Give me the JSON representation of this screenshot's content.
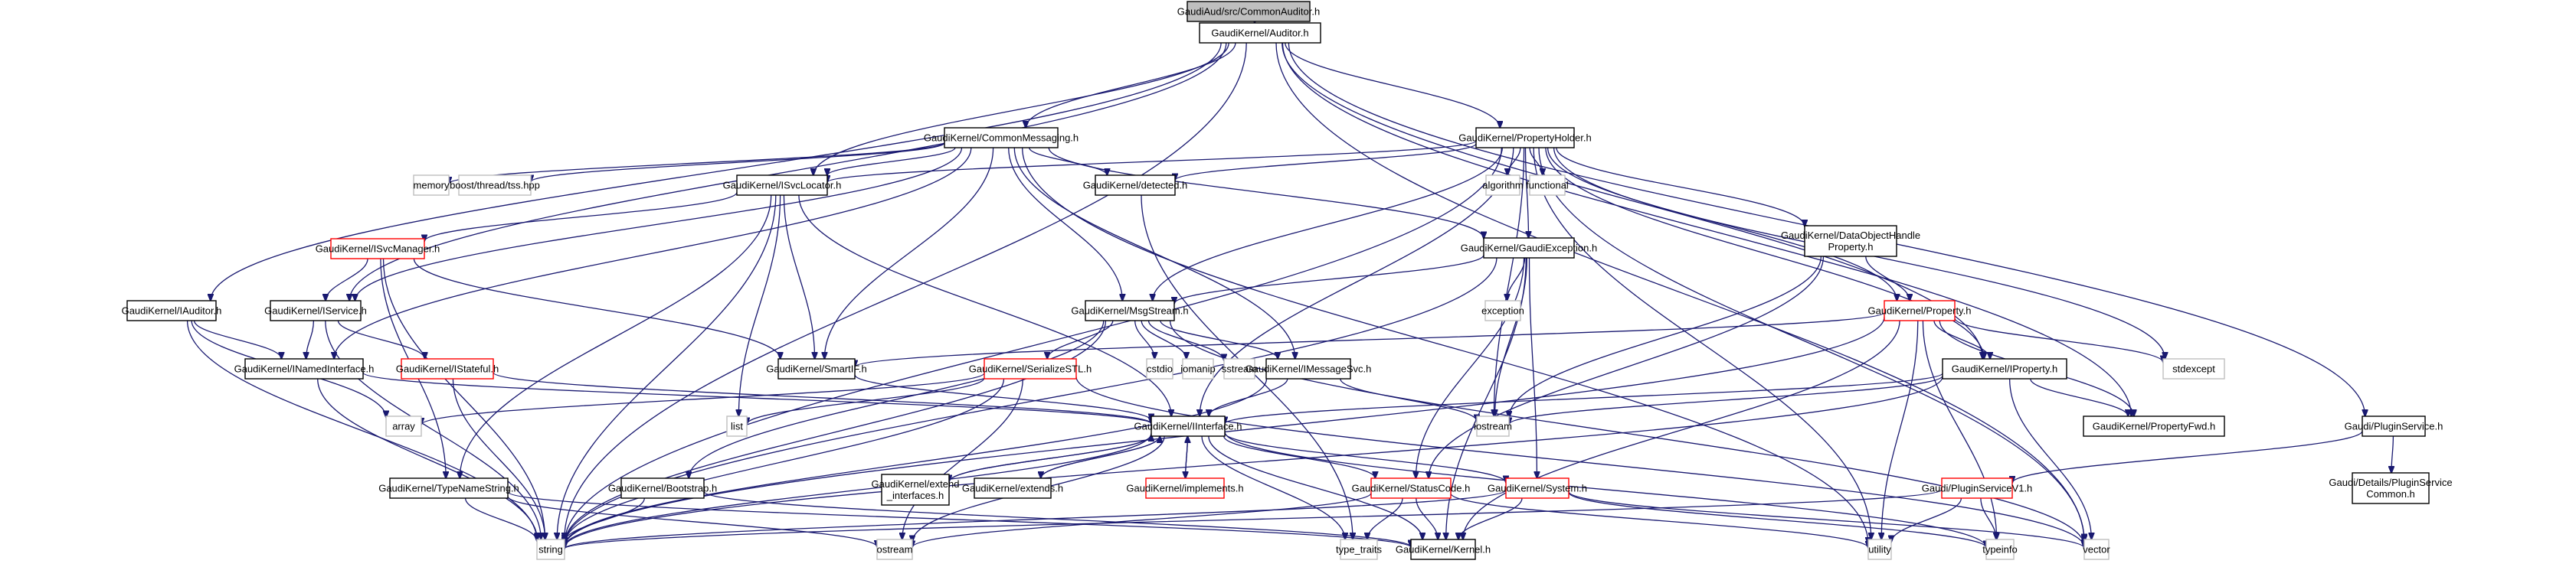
{
  "title": "GaudiAud/src/CommonAuditor.h",
  "legend_colors": {
    "edge": "#191970",
    "root_fill": "#bfbfbf",
    "documented_border": "#000000",
    "truncated_border": "#ff0000",
    "system_header_border": "#bfbfbf"
  },
  "nodes": [
    {
      "id": "root",
      "label": [
        "GaudiAud/src/CommonAuditor.h"
      ],
      "kind": "root"
    },
    {
      "id": "auditor",
      "label": [
        "GaudiKernel/Auditor.h"
      ],
      "kind": "normal"
    },
    {
      "id": "commonmsg",
      "label": [
        "GaudiKernel/CommonMessaging.h"
      ],
      "kind": "normal"
    },
    {
      "id": "propholder",
      "label": [
        "GaudiKernel/PropertyHolder.h"
      ],
      "kind": "normal"
    },
    {
      "id": "memory",
      "label": [
        "memory"
      ],
      "kind": "sys"
    },
    {
      "id": "tss",
      "label": [
        "boost/thread/tss.hpp"
      ],
      "kind": "sys"
    },
    {
      "id": "isvcloc",
      "label": [
        "GaudiKernel/ISvcLocator.h"
      ],
      "kind": "normal"
    },
    {
      "id": "detected",
      "label": [
        "GaudiKernel/detected.h"
      ],
      "kind": "normal"
    },
    {
      "id": "algorithm",
      "label": [
        "algorithm"
      ],
      "kind": "sys"
    },
    {
      "id": "functional",
      "label": [
        "functional"
      ],
      "kind": "sys"
    },
    {
      "id": "isvcmgr",
      "label": [
        "GaudiKernel/ISvcManager.h"
      ],
      "kind": "red"
    },
    {
      "id": "gaudiexc",
      "label": [
        "GaudiKernel/GaudiException.h"
      ],
      "kind": "normal"
    },
    {
      "id": "dohp",
      "label": [
        "GaudiKernel/DataObjectHandle",
        "Property.h"
      ],
      "kind": "normal"
    },
    {
      "id": "iauditor",
      "label": [
        "GaudiKernel/IAuditor.h"
      ],
      "kind": "normal"
    },
    {
      "id": "iservice",
      "label": [
        "GaudiKernel/IService.h"
      ],
      "kind": "normal"
    },
    {
      "id": "msgstream",
      "label": [
        "GaudiKernel/MsgStream.h"
      ],
      "kind": "normal"
    },
    {
      "id": "exception",
      "label": [
        "exception"
      ],
      "kind": "sys"
    },
    {
      "id": "property",
      "label": [
        "GaudiKernel/Property.h"
      ],
      "kind": "red"
    },
    {
      "id": "inamed",
      "label": [
        "GaudiKernel/INamedInterface.h"
      ],
      "kind": "normal"
    },
    {
      "id": "istateful",
      "label": [
        "GaudiKernel/IStateful.h"
      ],
      "kind": "red"
    },
    {
      "id": "smartif",
      "label": [
        "GaudiKernel/SmartIF.h"
      ],
      "kind": "normal"
    },
    {
      "id": "serialize",
      "label": [
        "GaudiKernel/SerializeSTL.h"
      ],
      "kind": "red"
    },
    {
      "id": "cstdio",
      "label": [
        "cstdio"
      ],
      "kind": "sys"
    },
    {
      "id": "iomanip",
      "label": [
        "iomanip"
      ],
      "kind": "sys"
    },
    {
      "id": "sstream",
      "label": [
        "sstream"
      ],
      "kind": "sys"
    },
    {
      "id": "imsgsvc",
      "label": [
        "GaudiKernel/IMessageSvc.h"
      ],
      "kind": "normal"
    },
    {
      "id": "iproperty",
      "label": [
        "GaudiKernel/IProperty.h"
      ],
      "kind": "normal"
    },
    {
      "id": "stdexcept",
      "label": [
        "stdexcept"
      ],
      "kind": "sys"
    },
    {
      "id": "array",
      "label": [
        "array"
      ],
      "kind": "sys"
    },
    {
      "id": "list",
      "label": [
        "list"
      ],
      "kind": "sys"
    },
    {
      "id": "iinterface",
      "label": [
        "GaudiKernel/IInterface.h"
      ],
      "kind": "normal"
    },
    {
      "id": "iostream",
      "label": [
        "iostream"
      ],
      "kind": "sys"
    },
    {
      "id": "propfwd",
      "label": [
        "GaudiKernel/PropertyFwd.h"
      ],
      "kind": "normal"
    },
    {
      "id": "pluginsvc",
      "label": [
        "Gaudi/PluginService.h"
      ],
      "kind": "normal"
    },
    {
      "id": "typenamestr",
      "label": [
        "GaudiKernel/TypeNameString.h"
      ],
      "kind": "normal"
    },
    {
      "id": "bootstrap",
      "label": [
        "GaudiKernel/Bootstrap.h"
      ],
      "kind": "normal"
    },
    {
      "id": "extendif",
      "label": [
        "GaudiKernel/extend",
        "_interfaces.h"
      ],
      "kind": "normal"
    },
    {
      "id": "extends",
      "label": [
        "GaudiKernel/extends.h"
      ],
      "kind": "normal"
    },
    {
      "id": "implements",
      "label": [
        "GaudiKernel/implements.h"
      ],
      "kind": "red"
    },
    {
      "id": "statuscode",
      "label": [
        "GaudiKernel/StatusCode.h"
      ],
      "kind": "red"
    },
    {
      "id": "system",
      "label": [
        "GaudiKernel/System.h"
      ],
      "kind": "red"
    },
    {
      "id": "pluginsvcv1",
      "label": [
        "Gaudi/PluginServiceV1.h"
      ],
      "kind": "red"
    },
    {
      "id": "pscommon",
      "label": [
        "Gaudi/Details/PluginService",
        "Common.h"
      ],
      "kind": "normal"
    },
    {
      "id": "string",
      "label": [
        "string"
      ],
      "kind": "sys"
    },
    {
      "id": "ostream",
      "label": [
        "ostream"
      ],
      "kind": "sys"
    },
    {
      "id": "typetraits",
      "label": [
        "type_traits"
      ],
      "kind": "sys"
    },
    {
      "id": "kernel",
      "label": [
        "GaudiKernel/Kernel.h"
      ],
      "kind": "normal"
    },
    {
      "id": "utility",
      "label": [
        "utility"
      ],
      "kind": "sys"
    },
    {
      "id": "typeinfo",
      "label": [
        "typeinfo"
      ],
      "kind": "sys"
    },
    {
      "id": "vector",
      "label": [
        "vector"
      ],
      "kind": "sys"
    }
  ],
  "edges": [
    [
      "root",
      "auditor"
    ],
    [
      "auditor",
      "commonmsg"
    ],
    [
      "auditor",
      "propholder"
    ],
    [
      "auditor",
      "isvcloc"
    ],
    [
      "auditor",
      "iauditor"
    ],
    [
      "auditor",
      "iservice"
    ],
    [
      "auditor",
      "string"
    ],
    [
      "auditor",
      "vector"
    ],
    [
      "auditor",
      "iproperty"
    ],
    [
      "auditor",
      "propfwd"
    ],
    [
      "auditor",
      "pluginsvc"
    ],
    [
      "commonmsg",
      "memory"
    ],
    [
      "commonmsg",
      "tss"
    ],
    [
      "commonmsg",
      "isvcloc"
    ],
    [
      "commonmsg",
      "detected"
    ],
    [
      "commonmsg",
      "gaudiexc"
    ],
    [
      "commonmsg",
      "iservice"
    ],
    [
      "commonmsg",
      "msgstream"
    ],
    [
      "commonmsg",
      "imsgsvc"
    ],
    [
      "commonmsg",
      "smartif"
    ],
    [
      "commonmsg",
      "inamed"
    ],
    [
      "commonmsg",
      "utility"
    ],
    [
      "propholder",
      "algorithm"
    ],
    [
      "propholder",
      "functional"
    ],
    [
      "propholder",
      "detected"
    ],
    [
      "propholder",
      "isvcloc"
    ],
    [
      "propholder",
      "gaudiexc"
    ],
    [
      "propholder",
      "dohp"
    ],
    [
      "propholder",
      "property"
    ],
    [
      "propholder",
      "iproperty"
    ],
    [
      "propholder",
      "msgstream"
    ],
    [
      "propholder",
      "stdexcept"
    ],
    [
      "propholder",
      "iostream"
    ],
    [
      "propholder",
      "string"
    ],
    [
      "propholder",
      "vector"
    ],
    [
      "propholder",
      "utility"
    ],
    [
      "propholder",
      "iinterface"
    ],
    [
      "isvcloc",
      "isvcmgr"
    ],
    [
      "isvcloc",
      "smartif"
    ],
    [
      "isvcloc",
      "string"
    ],
    [
      "isvcloc",
      "list"
    ],
    [
      "isvcloc",
      "iinterface"
    ],
    [
      "isvcloc",
      "typenamestr"
    ],
    [
      "detected",
      "typetraits"
    ],
    [
      "isvcmgr",
      "iservice"
    ],
    [
      "isvcmgr",
      "smartif"
    ],
    [
      "isvcmgr",
      "typenamestr"
    ],
    [
      "isvcmgr",
      "string"
    ],
    [
      "gaudiexc",
      "exception"
    ],
    [
      "gaudiexc",
      "msgstream"
    ],
    [
      "gaudiexc",
      "statuscode"
    ],
    [
      "gaudiexc",
      "kernel"
    ],
    [
      "gaudiexc",
      "iostream"
    ],
    [
      "gaudiexc",
      "system"
    ],
    [
      "gaudiexc",
      "string"
    ],
    [
      "dohp",
      "property"
    ],
    [
      "dohp",
      "statuscode"
    ],
    [
      "dohp",
      "iostream"
    ],
    [
      "iauditor",
      "inamed"
    ],
    [
      "iauditor",
      "string"
    ],
    [
      "iauditor",
      "array"
    ],
    [
      "iservice",
      "inamed"
    ],
    [
      "iservice",
      "istateful"
    ],
    [
      "iservice",
      "string"
    ],
    [
      "msgstream",
      "cstdio"
    ],
    [
      "msgstream",
      "iomanip"
    ],
    [
      "msgstream",
      "sstream"
    ],
    [
      "msgstream",
      "imsgsvc"
    ],
    [
      "msgstream",
      "serialize"
    ],
    [
      "msgstream",
      "bootstrap"
    ],
    [
      "msgstream",
      "string"
    ],
    [
      "msgstream",
      "vector"
    ],
    [
      "property",
      "iproperty"
    ],
    [
      "property",
      "propfwd"
    ],
    [
      "property",
      "stdexcept"
    ],
    [
      "property",
      "smartif"
    ],
    [
      "property",
      "string"
    ],
    [
      "property",
      "kernel"
    ],
    [
      "property",
      "typeinfo"
    ],
    [
      "property",
      "utility"
    ],
    [
      "inamed",
      "iinterface"
    ],
    [
      "inamed",
      "string"
    ],
    [
      "istateful",
      "iinterface"
    ],
    [
      "istateful",
      "string"
    ],
    [
      "smartif",
      "iinterface"
    ],
    [
      "serialize",
      "array"
    ],
    [
      "serialize",
      "list"
    ],
    [
      "serialize",
      "string"
    ],
    [
      "serialize",
      "ostream"
    ],
    [
      "serialize",
      "vector"
    ],
    [
      "imsgsvc",
      "iinterface"
    ],
    [
      "imsgsvc",
      "iostream"
    ],
    [
      "imsgsvc",
      "string"
    ],
    [
      "iproperty",
      "iinterface"
    ],
    [
      "iproperty",
      "propfwd"
    ],
    [
      "iproperty",
      "iostream"
    ],
    [
      "iproperty",
      "string"
    ],
    [
      "iproperty",
      "vector"
    ],
    [
      "iinterface",
      "extendif"
    ],
    [
      "iinterface",
      "extends"
    ],
    [
      "iinterface",
      "implements"
    ],
    [
      "iinterface",
      "statuscode"
    ],
    [
      "iinterface",
      "system"
    ],
    [
      "iinterface",
      "kernel"
    ],
    [
      "iinterface",
      "typetraits"
    ],
    [
      "iinterface",
      "ostream"
    ],
    [
      "iinterface",
      "typeinfo"
    ],
    [
      "iinterface",
      "string"
    ],
    [
      "extendif",
      "iinterface"
    ],
    [
      "extends",
      "iinterface"
    ],
    [
      "implements",
      "iinterface"
    ],
    [
      "pluginsvc",
      "pscommon"
    ],
    [
      "pluginsvc",
      "pluginsvcv1"
    ],
    [
      "pluginsvcv1",
      "string"
    ],
    [
      "pluginsvcv1",
      "utility"
    ],
    [
      "pluginsvcv1",
      "typeinfo"
    ],
    [
      "typenamestr",
      "string"
    ],
    [
      "typenamestr",
      "kernel"
    ],
    [
      "typenamestr",
      "ostream"
    ],
    [
      "bootstrap",
      "string"
    ],
    [
      "bootstrap",
      "kernel"
    ],
    [
      "statuscode",
      "typetraits"
    ],
    [
      "statuscode",
      "kernel"
    ],
    [
      "statuscode",
      "ostream"
    ],
    [
      "statuscode",
      "utility"
    ],
    [
      "system",
      "kernel"
    ],
    [
      "system",
      "string"
    ],
    [
      "system",
      "typeinfo"
    ],
    [
      "system",
      "vector"
    ]
  ]
}
